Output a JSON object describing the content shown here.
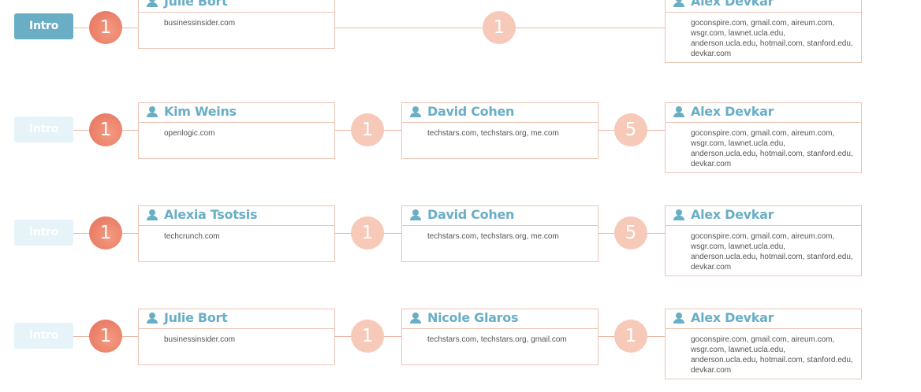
{
  "rows": [
    {
      "intro_label": "Intro",
      "intro_active": true,
      "c1": "1",
      "card1": {
        "name": "Julie Bort",
        "domains": "businessinsider.com"
      },
      "c2": "1",
      "card2": null,
      "c3": null,
      "card3": {
        "name": "Alex Devkar",
        "domains": "goconspire.com, gmail.com, aireum.com, wsgr.com, lawnet.ucla.edu, anderson.ucla.edu, hotmail.com, stanford.edu, devkar.com"
      }
    },
    {
      "intro_label": "Intro",
      "intro_active": false,
      "c1": "1",
      "card1": {
        "name": "Kim Weins",
        "domains": "openlogic.com"
      },
      "c2": "1",
      "card2": {
        "name": "David Cohen",
        "domains": "techstars.com, techstars.org, me.com"
      },
      "c3": "5",
      "card3": {
        "name": "Alex Devkar",
        "domains": "goconspire.com, gmail.com, aireum.com, wsgr.com, lawnet.ucla.edu, anderson.ucla.edu, hotmail.com, stanford.edu, devkar.com"
      }
    },
    {
      "intro_label": "Intro",
      "intro_active": false,
      "c1": "1",
      "card1": {
        "name": "Alexia Tsotsis",
        "domains": "techcrunch.com"
      },
      "c2": "1",
      "card2": {
        "name": "David Cohen",
        "domains": "techstars.com, techstars.org, me.com"
      },
      "c3": "5",
      "card3": {
        "name": "Alex Devkar",
        "domains": "goconspire.com, gmail.com, aireum.com, wsgr.com, lawnet.ucla.edu, anderson.ucla.edu, hotmail.com, stanford.edu, devkar.com"
      }
    },
    {
      "intro_label": "Intro",
      "intro_active": false,
      "c1": "1",
      "card1": {
        "name": "Julie Bort",
        "domains": "businessinsider.com"
      },
      "c2": "1",
      "card2": {
        "name": "Nicole Glaros",
        "domains": "techstars.com, techstars.org, gmail.com"
      },
      "c3": "1",
      "card3": {
        "name": "Alex Devkar",
        "domains": "goconspire.com, gmail.com, aireum.com, wsgr.com, lawnet.ucla.edu, anderson.ucla.edu, hotmail.com, stanford.edu, devkar.com"
      }
    }
  ],
  "colors": {
    "accent_blue": "#6aaec6",
    "accent_blue_light": "#e6f3f9",
    "circle_strong": "#e5705c",
    "circle_soft": "#f6c9b9",
    "line": "#eab6a6"
  },
  "icons": {
    "person": "person-icon"
  }
}
